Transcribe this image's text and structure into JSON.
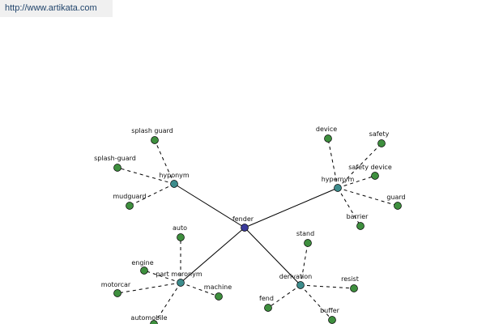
{
  "url": "http://www.artikata.com",
  "colors": {
    "root": "#3a3a9a",
    "relation": "#3d8c8c",
    "term": "#3e8f3e"
  },
  "graph": {
    "root": "fender",
    "relations": [
      {
        "label": "hyponym",
        "terms": [
          "splash guard",
          "splash-guard",
          "mudguard"
        ]
      },
      {
        "label": "hypernym",
        "terms": [
          "device",
          "safety",
          "safety device",
          "guard",
          "barrier"
        ]
      },
      {
        "label": "part meronym",
        "terms": [
          "auto",
          "engine",
          "motorcar",
          "machine",
          "automobile"
        ]
      },
      {
        "label": "derivation",
        "terms": [
          "stand",
          "resist",
          "fend",
          "buffer"
        ]
      }
    ]
  }
}
